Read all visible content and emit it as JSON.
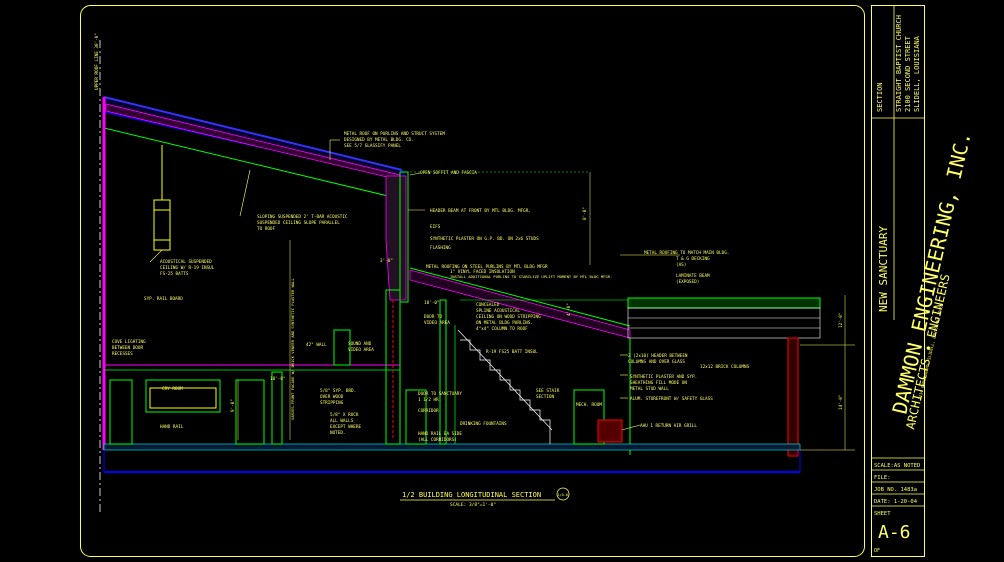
{
  "drawing": {
    "title": "1/2 BUILDING LONGITUDINAL SECTION",
    "scale": "SCALE: 3/8\"=1'-0\"",
    "section_marker": "1/A-6",
    "left_ref": "UPPER ROOF LINE 30'-0\"",
    "notes": [
      "METAL ROOF ON PURLINS AND STRUCT SYSTEM",
      "DESIGNED BY METAL BLDG. CO.",
      "SEE 5/7 GLASSIFY PANEL",
      "OPEN SOFFIT AND FASCIA",
      "HEADER BEAM AT FRONT BY MTL BLDG. MFGR.",
      "EIFS",
      "SYNTHETIC PLASTER ON G.P. BD. ON 2x6 STUDS",
      "FLASHING",
      "METAL ROOFING ON STEEL PURLINS BY MTL BLDG MFGR",
      "1\" VINYL FACED INSULATION",
      "INSTALL ADDITIONAL PURLINS TO STABILIZE UPLIFT MOMENT BY MTL BLDG MFGR.",
      "SLOPING SUSPENDED 2' T-BAR ACOUSTIC",
      "SUSPENDED CEILING SLOPE PARALLEL",
      "TO ROOF",
      "ACOUSTICAL SUSPENDED",
      "CEILING W/ R-19 INSUL",
      "FS-25 BATTS",
      "SYP. RAIL BOARD",
      "COVE LIGHTING",
      "BETWEEN DOOR",
      "RECESSES",
      "42\" WALL",
      "SOUND AND",
      "VIDEO AREA",
      "DOOR TO",
      "VIDEO AREA",
      "CONCEALED",
      "SPLINE ACOUSTICAL",
      "CEILING ON WOOD STRIPPING",
      "ON METAL BLDG PURLINS.",
      "4\"x4\" COLUMN TO ROOF",
      "R-19 FS25 BATT INSUL",
      "METAL ROOFING TO MATCH MAIN BLDG.",
      "T & G DECKING",
      "(AS)",
      "LAMINATE BEAM",
      "(EXPOSED)",
      "2 (2x10) HEADER BETWEEN",
      "COLUMNS AND OVER GLASS",
      "12x12 BRICK COLUMNS",
      "SYNTHETIC PLASTER AND SYP.",
      "SHEATHING FILL MODE ON",
      "METAL STUD WALL",
      "ALUM. STOREFRONT W/ SAFETY GLASS",
      "AHU 1 RETURN AIR GRILL",
      "5/8\" SYP. BRD.",
      "OVER WOOD",
      "STRIPPING",
      "5/8\" X ROCK",
      "ALL WALLS",
      "EXCEPT WHERE",
      "NOTED.",
      "DOOR TO SANCTUARY",
      "1 1/2 HR.",
      "CORRIDOR",
      "DRINKING FOUNTAINS",
      "HAND RAIL EA SIDE",
      "(ALL CORRIDORS)",
      "SEE STAIR",
      "SECTION",
      "MECH. ROOM",
      "HAND RAIL",
      "CRY ROOM",
      "VARIES-FRONT FACADE W/ BRICK VENEER AND SYNTHETIC PLASTER WALL"
    ],
    "dims": [
      "8'-0\"",
      "12'-0\"",
      "14'-0\"",
      "9'-0\"",
      "10'-0\"",
      "4'-0\"",
      "3'-0\"",
      "10'-0\""
    ]
  },
  "title_block": {
    "section_label": "SECTION",
    "project_line1": "STRAIGHT BAPTIST CHURCH",
    "project_line2": "2100 SECOND STREET",
    "project_line3": "SLIDELL, LOUISIANA",
    "project_name": "NEW SANCTUARY",
    "firm_name": "DAMMON ENGINEERING, INC.",
    "firm_sub": "ARCHITECTS • ENGINEERS",
    "firm_addr": "1234 GAUSE BLVD.   SLIDELL, LOUISIANA   70458",
    "scale_label": "SCALE:AS NOTED",
    "file_label": "FILE:",
    "job_label": "JOB NO. 1483a",
    "date_label": "DATE: 1-20-04",
    "sheet_label": "SHEET",
    "sheet_number": "A-6",
    "of_label": "OF"
  },
  "colors": {
    "background": "#000000",
    "border": "#ffff55",
    "roof": "#0000ff",
    "insulation": "#ff00ff",
    "structure": "#00ff00",
    "cyan": "#00ffff",
    "red": "#ff0000",
    "white": "#ffffff"
  }
}
